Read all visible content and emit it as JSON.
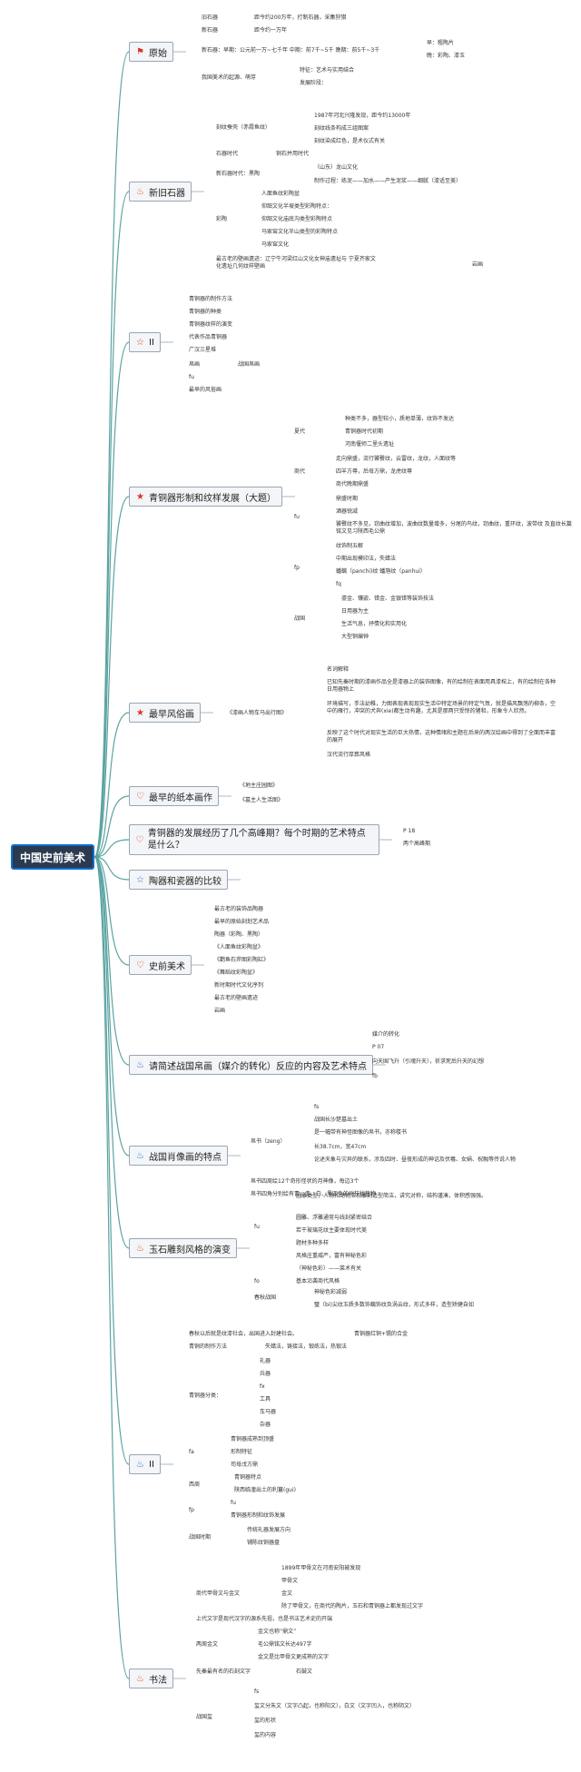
{
  "root": "中国史前美术",
  "icons": {
    "fire": "fire-icon",
    "star": "star-icon",
    "heart": "heart-icon",
    "flag": "flag-icon"
  },
  "colors": {
    "root_bg": "#2b3a4f",
    "root_border": "#0b6fd8",
    "link": "#5aa3a0",
    "topic_bg": "#f3f5f8"
  },
  "topics": [
    {
      "id": "t1",
      "icon": "flag",
      "label": "原始"
    },
    {
      "id": "t2",
      "icon": "fire",
      "label": "新旧石器"
    },
    {
      "id": "t3",
      "icon": "star",
      "label": "II"
    },
    {
      "id": "t4",
      "icon": "star",
      "label": "青铜器形制和纹样发展（大题）"
    },
    {
      "id": "t5",
      "icon": "star",
      "label": "最早风俗画"
    },
    {
      "id": "t6",
      "icon": "heart",
      "label": "最早的纸本画作"
    },
    {
      "id": "t7",
      "icon": "heart",
      "label": "青铜器的发展经历了几个高峰期？每个时期的艺术特点是什么？"
    },
    {
      "id": "t8",
      "icon": "star",
      "label": "陶器和瓷器的比较"
    },
    {
      "id": "t9",
      "icon": "heart",
      "label": "史前美术"
    },
    {
      "id": "t10",
      "icon": "fire",
      "label": "请简述战国帛画（媒介的转化）反应的内容及艺术特点"
    },
    {
      "id": "t11",
      "icon": "fire",
      "label": "战国肖像画的特点"
    },
    {
      "id": "t12",
      "icon": "fire",
      "label": "玉石雕刻风格的演变"
    },
    {
      "id": "t13",
      "icon": "fire",
      "label": "II"
    },
    {
      "id": "t14",
      "icon": "fire",
      "label": "书法"
    }
  ],
  "leaves": {
    "l1": "旧石器",
    "l1a": "距今约200万年，打制石器，采集狩猎",
    "l2": "新石器",
    "l2a": "距今约一万年",
    "l3": "新石器：早期：公元前一万~七千年 中期：前7千~5千 晚期：前5千~3千",
    "l3a": "早：粗陶片",
    "l3b": "晚：彩陶、漆玉",
    "l4": "我国美术的起源、萌芽",
    "l4a": "特征：艺术与实用结合",
    "l4b": "发展阶段：",
    "l5": "刻纹蚕壳（赤霞鱼纹）",
    "l5a": "1987年河北兴隆发现，距今约13000年",
    "l5b": "刻纹线条构成三组图案",
    "l5c": "刻纹染成红色，是术仪式有关",
    "l6": "石器时代",
    "l6a": "铜石并用时代",
    "l7": "新石器时代：黑陶",
    "l7a": "（山东）龙山文化",
    "l7b": "制作过程：练泥——加水——产生泥浆——细腻（漆适至美）",
    "l8": "彩陶",
    "l8a": "人面鱼纹彩陶盆",
    "l8b": "仰韶文化半坡类型彩陶特点：",
    "l8c": "仰韶文化庙底沟类型彩陶特点",
    "l8d": "马家窑文化半山类型的彩陶特点",
    "l8e": "马家窑文化",
    "l9": "最古老的壁画遗迹：辽宁牛河梁红山文化女神庙遗址与 宁夏齐家文化遗址几何纹样壁画",
    "l9a": "岩画",
    "l10a": "青铜器的制作方法",
    "l10b": "青铜器的种类",
    "l10c": "青铜器纹样的演变",
    "l10d": "代表作品青铜器",
    "l10e": "广汉三星堆",
    "l10f": "帛画",
    "l10g": "战国帛画",
    "l10h": "fu",
    "l10i": "最早的风俗画",
    "l11": "夏代",
    "l11a": "种类不多，器型较小，质地单薄，纹饰不发达",
    "l11b": "青铜器时代初期",
    "l11c": "河南偃师二里头遗址",
    "l12": "商代",
    "l12a": "走向鼎盛，流行饕餮纹，云雷纹，龙纹，人面纹等",
    "l12b": "四羊方尊，后母方鼎，龙虎纹尊",
    "l12c": "商代晚期鼎盛",
    "l13": "fu",
    "l13a": "鼎盛时期",
    "l13b": "酒器锐减",
    "l13c": "饕餮纹不多见，窃曲纹增加，波曲纹数量增多，分尾的鸟纹，窃曲纹，重环纹，波带纹 及直纹长篇铭文见习陕西毛公鼎",
    "l14": "fp",
    "l14a": "纹饰制五解",
    "l14b": "中期出现模印法，失蜡法",
    "l14c": "蟠螭（panchi)纹  蟠虺纹（panhui）",
    "l14d": "fq",
    "l15": "战国",
    "l15a": "鎏金、镶嵌、错金、金银错等装饰技法",
    "l15b": "日用器为主",
    "l15c": "生活气息，抒情化和实用化",
    "l15d": "大型铜编钟",
    "l16": "《漆画人物车马出行图》",
    "l16a": "名词解释",
    "l16b": "已知先秦时期的漆画作品全是漆器上的装饰图像，有的绘制在表面用具漆棺上，有的绘制在各种日用器物上",
    "l16c": "环境描写，手法幼稚，力图表现表现现实生活中特定场景的特定气氛，就是描风飘荡的柳条，空中的雁行，冲突的犬奔(xie)都生动有趣，尤其是那两只受惊的猪和，形象令人欣然。",
    "l16d": "反映了这个时代对现实生活的巨大热情，这种情绪和主题在后来的两汉绘画中得到了全面而丰富的展开",
    "l16e": "汉代流行厚葬风格",
    "l17a": "《地主庄园图》",
    "l17b": "《墓主人生活图》",
    "l18a": "P 18",
    "l18b": "两个高峰期",
    "l19a": "最古老的装饰品陶器",
    "l19b": "最早的原始刻划艺术品",
    "l19c": "陶器（彩陶、黑陶）",
    "l19d": "《人面鱼纹彩陶盆》",
    "l19e": "《鹳鱼石斧图彩陶缸》",
    "l19f": "《舞蹈纹彩陶盆》",
    "l19g": "新时期时代文化序列",
    "l19h": "最古老的壁画遗迹",
    "l19i": "岩画",
    "l20a": "媒介的转化",
    "l20b": "P 07",
    "l20c": "向天国飞升（引魂升天），祈求死后升天的幻想",
    "l20d": "fb",
    "l21a": "fs",
    "l21b": "战国长沙楚墓出土",
    "l21c": "是一幅带有神怪图像的帛书，亦称楼书",
    "l21d": "帛书（zeng）",
    "l21e": "长38.7cm，宽47cm",
    "l21f": "论述天象与灾异的联系，涉及四时、昼夜形成的神话及伏羲、女娲、祝融等传说人物",
    "l21g": "帛书四周绘12个奇形怪状的月神像，每边3个",
    "l21h": "帛书四角分别绘有青、赤、白、黑四色的树枝状植物",
    "l22": "fu",
    "l22a": "圆雕类型，人物和动物玉石雕刻造型简洁，讲究对称，结构谨凑，体积感强强。",
    "l22b": "圆雕、浮雕通常与线刻紧密结合",
    "l22c": "若干玻璃花纹主要体现时代美",
    "l22d": "题材多种多样",
    "l22e": "风格庄重威严，富有神秘色彩",
    "l22f": "（神秘色彩）——菜术有关",
    "l22g": "基本沿袭商代风格",
    "l22h": "fo",
    "l22i": "春秋战国",
    "l22j": "神秘色彩减弱",
    "l22k": "璧（bi)尖纹玉质多数饰螭饰纹及涡云纹，形式多样，造型矫健自如",
    "l23": "春秋以后就是纹漆社会，出国进入封建社会。",
    "l23a": "青铜器红铜+锡的合金",
    "l23b": "青铜的制作方法",
    "l23c": "失蜡法，铸接法，锻练法，热锻法",
    "l23d": "青铜器分类：",
    "l23e": "礼器",
    "l23f": "兵器",
    "l23g": "fx",
    "l23h": "工具",
    "l23i": "车马器",
    "l23j": "杂器",
    "l23k": "fa",
    "l23l": "青铜器成熟到顶盛",
    "l23m": "形制特征",
    "l23n": "司母戊方鼎",
    "l23o": "西周",
    "l23p": "青铜器特点",
    "l23q": "陕西临潼出土的利簋(gui)",
    "l23r": "fp",
    "l23s": "fu",
    "l23t": "青铜器形制和纹饰发展",
    "l23u": "战国时期",
    "l23v": "传统礼器发展方向",
    "l23w": "铺陈纹铜器盘",
    "l24": "商代甲骨文与金文",
    "l24a": "1899年甲骨文在河南安阳被发现",
    "l24b": "甲骨文",
    "l24c": "金文",
    "l24d": "除了甲骨文，在商代的陶片，玉石和青铜器上都发现过文字",
    "l24e": "上代文字是现代汉字的源系先祖，也是书法艺术史的开端",
    "l24f": "两周金文",
    "l24g": "金文也称“鼎文”",
    "l24h": "毛公鼎铭文长达497字",
    "l24i": "金文是比甲骨文更成熟的文字",
    "l24j": "先秦最有名的石刻文字",
    "l24k": "石鼓文",
    "l24l": "战国玺",
    "l24m": "fs",
    "l24n": "玺文分朱文（文字凸起，也称阳文），白文（文字凹入，也称阴文）",
    "l24o": "玺的形状",
    "l24p": "玺的内容"
  }
}
